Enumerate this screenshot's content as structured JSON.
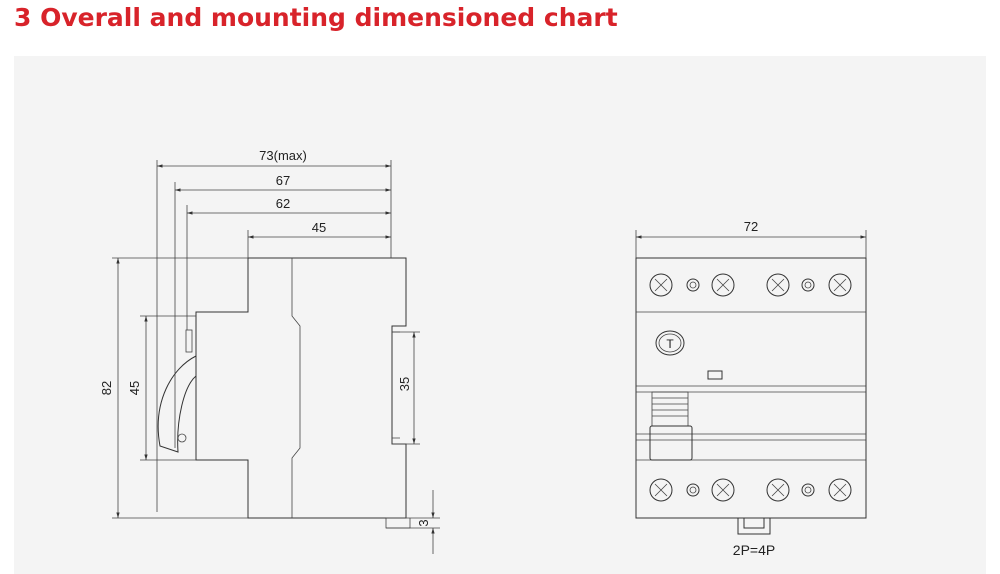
{
  "title": {
    "text": "3 Overall and mounting dimensioned chart",
    "color": "#d8232a"
  },
  "side_view": {
    "dim_73": "73(max)",
    "dim_67": "67",
    "dim_62": "62",
    "dim_45_top": "45",
    "dim_82": "82",
    "dim_45_left": "45",
    "dim_35": "35",
    "dim_3": "3"
  },
  "front_view": {
    "dim_72": "72",
    "test_button": "T",
    "caption": "2P=4P"
  },
  "colors": {
    "line": "#333333",
    "panel": "#f4f4f4"
  }
}
